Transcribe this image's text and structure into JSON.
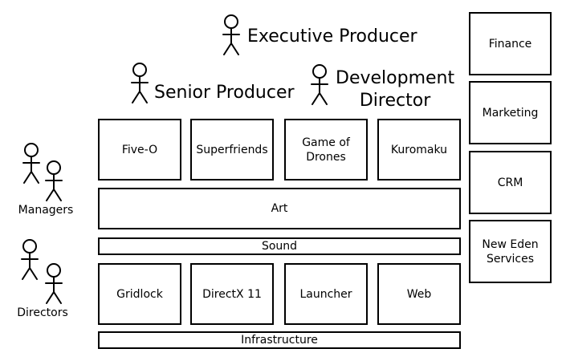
{
  "roles": {
    "executive_producer": "Executive Producer",
    "senior_producer": "Senior Producer",
    "development_director": "Development\nDirector"
  },
  "groups": {
    "managers": "Managers",
    "directors": "Directors"
  },
  "projects": [
    "Five-O",
    "Superfriends",
    "Game of\nDrones",
    "Kuromaku"
  ],
  "shared_teams": {
    "art": "Art",
    "sound": "Sound",
    "infrastructure": "Infrastructure"
  },
  "tech": [
    "Gridlock",
    "DirectX 11",
    "Launcher",
    "Web"
  ],
  "departments": [
    "Finance",
    "Marketing",
    "CRM",
    "New Eden\nServices"
  ]
}
